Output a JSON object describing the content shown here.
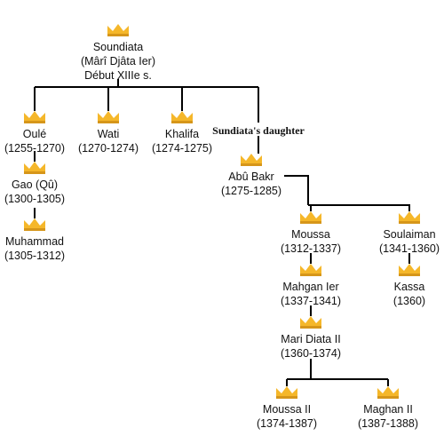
{
  "colors": {
    "crown": "#f5b72a",
    "crown_shadow": "#d6961a",
    "line": "#000000",
    "text": "#111111"
  },
  "icon": "crown-icon",
  "people": [
    {
      "id": "soundiata",
      "lines": [
        "Soundiata",
        "(Mârî Djâta Ier)",
        "Début XIIIe s."
      ],
      "crown": true
    },
    {
      "id": "oule",
      "lines": [
        "Oulé",
        "(1255-1270)"
      ],
      "crown": true
    },
    {
      "id": "wati",
      "lines": [
        "Wati",
        "(1270-1274)"
      ],
      "crown": true
    },
    {
      "id": "khalifa",
      "lines": [
        "Khalifa",
        "(1274-1275)"
      ],
      "crown": true
    },
    {
      "id": "daughter",
      "lines": [
        "Sundiata's daughter"
      ],
      "crown": false,
      "bold": true
    },
    {
      "id": "gao",
      "lines": [
        "Gao (Qû)",
        "(1300-1305)"
      ],
      "crown": true
    },
    {
      "id": "muhammad",
      "lines": [
        "Muhammad",
        "(1305-1312)"
      ],
      "crown": true
    },
    {
      "id": "abubakr",
      "lines": [
        "Abû Bakr",
        "(1275-1285)"
      ],
      "crown": true
    },
    {
      "id": "moussa",
      "lines": [
        "Moussa",
        "(1312-1337)"
      ],
      "crown": true
    },
    {
      "id": "soulaiman",
      "lines": [
        "Soulaiman",
        "(1341-1360)"
      ],
      "crown": true
    },
    {
      "id": "mahgan",
      "lines": [
        "Mahgan Ier",
        "(1337-1341)"
      ],
      "crown": true
    },
    {
      "id": "kassa",
      "lines": [
        "Kassa",
        "(1360)"
      ],
      "crown": true
    },
    {
      "id": "maridiata",
      "lines": [
        "Mari Diata II",
        "(1360-1374)"
      ],
      "crown": true
    },
    {
      "id": "moussa2",
      "lines": [
        "Moussa II",
        "(1374-1387)"
      ],
      "crown": true
    },
    {
      "id": "maghan2",
      "lines": [
        "Maghan II",
        "(1387-1388)"
      ],
      "crown": true
    }
  ],
  "relations": [
    [
      "soundiata",
      "oule"
    ],
    [
      "soundiata",
      "wati"
    ],
    [
      "soundiata",
      "khalifa"
    ],
    [
      "soundiata",
      "daughter"
    ],
    [
      "oule",
      "gao"
    ],
    [
      "gao",
      "muhammad"
    ],
    [
      "daughter",
      "abubakr"
    ],
    [
      "abubakr",
      "moussa"
    ],
    [
      "abubakr",
      "soulaiman"
    ],
    [
      "moussa",
      "mahgan"
    ],
    [
      "mahgan",
      "maridiata"
    ],
    [
      "soulaiman",
      "kassa"
    ],
    [
      "maridiata",
      "moussa2"
    ],
    [
      "maridiata",
      "maghan2"
    ]
  ]
}
